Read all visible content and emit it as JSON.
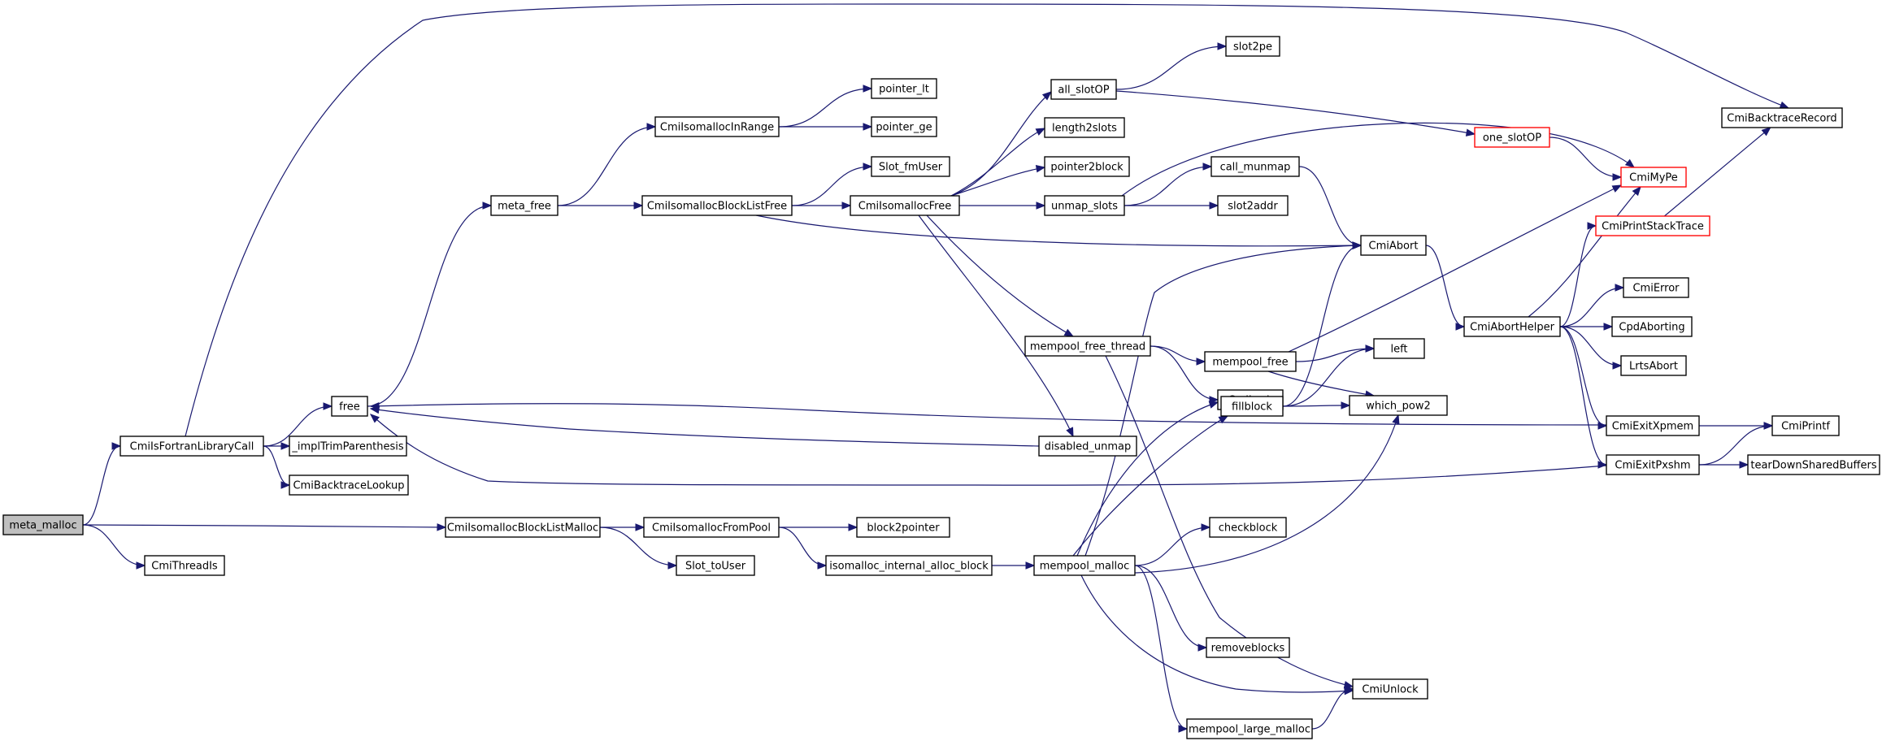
{
  "colors": {
    "edge": "#191970",
    "node_border": "#000000",
    "truncated_border": "#ff0000",
    "root_fill": "#bfbfbf",
    "node_fill": "#ffffff"
  },
  "nodes": [
    {
      "id": "meta_malloc",
      "label": "meta_malloc",
      "root": true
    },
    {
      "id": "CmiIsFortranLibraryCall",
      "label": "CmiIsFortranLibraryCall"
    },
    {
      "id": "CmiThreadIs",
      "label": "CmiThreadIs"
    },
    {
      "id": "CmiIsomallocBlockListMalloc",
      "label": "CmiIsomallocBlockListMalloc"
    },
    {
      "id": "free",
      "label": "free"
    },
    {
      "id": "_implTrimParenthesis",
      "label": "_implTrimParenthesis"
    },
    {
      "id": "CmiBacktraceLookup",
      "label": "CmiBacktraceLookup"
    },
    {
      "id": "CmiBacktraceRecord",
      "label": "CmiBacktraceRecord"
    },
    {
      "id": "meta_free",
      "label": "meta_free"
    },
    {
      "id": "CmiIsomallocInRange",
      "label": "CmiIsomallocInRange"
    },
    {
      "id": "pointer_lt",
      "label": "pointer_lt"
    },
    {
      "id": "pointer_ge",
      "label": "pointer_ge"
    },
    {
      "id": "CmiIsomallocBlockListFree",
      "label": "CmiIsomallocBlockListFree"
    },
    {
      "id": "Slot_fmUser",
      "label": "Slot_fmUser"
    },
    {
      "id": "CmiIsomallocFree",
      "label": "CmiIsomallocFree"
    },
    {
      "id": "all_slotOP",
      "label": "all_slotOP"
    },
    {
      "id": "slot2pe",
      "label": "slot2pe"
    },
    {
      "id": "length2slots",
      "label": "length2slots"
    },
    {
      "id": "pointer2block",
      "label": "pointer2block"
    },
    {
      "id": "unmap_slots",
      "label": "unmap_slots"
    },
    {
      "id": "call_munmap",
      "label": "call_munmap"
    },
    {
      "id": "slot2addr",
      "label": "slot2addr"
    },
    {
      "id": "one_slotOP",
      "label": "one_slotOP",
      "truncated": true
    },
    {
      "id": "CmiMyPe",
      "label": "CmiMyPe",
      "truncated": true
    },
    {
      "id": "CmiAbort",
      "label": "CmiAbort"
    },
    {
      "id": "CmiAbortHelper",
      "label": "CmiAbortHelper"
    },
    {
      "id": "CmiPrintStackTrace",
      "label": "CmiPrintStackTrace",
      "truncated": true
    },
    {
      "id": "CmiError",
      "label": "CmiError"
    },
    {
      "id": "CpdAborting",
      "label": "CpdAborting"
    },
    {
      "id": "LrtsAbort",
      "label": "LrtsAbort"
    },
    {
      "id": "CmiExitXpmem",
      "label": "CmiExitXpmem"
    },
    {
      "id": "CmiPrintf",
      "label": "CmiPrintf"
    },
    {
      "id": "CmiExitPxshm",
      "label": "CmiExitPxshm"
    },
    {
      "id": "tearDownSharedBuffers",
      "label": "tearDownSharedBuffers"
    },
    {
      "id": "mempool_free_thread",
      "label": "mempool_free_thread"
    },
    {
      "id": "mempool_free",
      "label": "mempool_free"
    },
    {
      "id": "CmiLock",
      "label": "CmiLock"
    },
    {
      "id": "left",
      "label": "left"
    },
    {
      "id": "fillblock",
      "label": "fillblock"
    },
    {
      "id": "which_pow2",
      "label": "which_pow2"
    },
    {
      "id": "disabled_unmap",
      "label": "disabled_unmap"
    },
    {
      "id": "CmiIsomallocFromPool",
      "label": "CmiIsomallocFromPool"
    },
    {
      "id": "block2pointer",
      "label": "block2pointer"
    },
    {
      "id": "Slot_toUser",
      "label": "Slot_toUser"
    },
    {
      "id": "isomalloc_internal_alloc_block",
      "label": "isomalloc_internal_alloc_block"
    },
    {
      "id": "mempool_malloc",
      "label": "mempool_malloc"
    },
    {
      "id": "checkblock",
      "label": "checkblock"
    },
    {
      "id": "removeblocks",
      "label": "removeblocks"
    },
    {
      "id": "CmiUnlock",
      "label": "CmiUnlock"
    },
    {
      "id": "mempool_large_malloc",
      "label": "mempool_large_malloc"
    }
  ],
  "edges": [
    {
      "from": "meta_malloc",
      "to": "CmiIsFortranLibraryCall"
    },
    {
      "from": "meta_malloc",
      "to": "CmiThreadIs"
    },
    {
      "from": "meta_malloc",
      "to": "CmiIsomallocBlockListMalloc"
    },
    {
      "from": "CmiIsFortranLibraryCall",
      "to": "free"
    },
    {
      "from": "CmiIsFortranLibraryCall",
      "to": "_implTrimParenthesis"
    },
    {
      "from": "CmiIsFortranLibraryCall",
      "to": "CmiBacktraceLookup"
    },
    {
      "from": "CmiIsFortranLibraryCall",
      "to": "CmiBacktraceRecord"
    },
    {
      "from": "free",
      "to": "meta_free"
    },
    {
      "from": "meta_free",
      "to": "CmiIsomallocInRange"
    },
    {
      "from": "meta_free",
      "to": "CmiIsomallocBlockListFree"
    },
    {
      "from": "CmiIsomallocInRange",
      "to": "pointer_lt"
    },
    {
      "from": "CmiIsomallocInRange",
      "to": "pointer_ge"
    },
    {
      "from": "CmiIsomallocBlockListFree",
      "to": "Slot_fmUser"
    },
    {
      "from": "CmiIsomallocBlockListFree",
      "to": "CmiIsomallocFree"
    },
    {
      "from": "CmiIsomallocBlockListFree",
      "to": "CmiAbort"
    },
    {
      "from": "CmiIsomallocFree",
      "to": "all_slotOP"
    },
    {
      "from": "CmiIsomallocFree",
      "to": "length2slots"
    },
    {
      "from": "CmiIsomallocFree",
      "to": "pointer2block"
    },
    {
      "from": "CmiIsomallocFree",
      "to": "unmap_slots"
    },
    {
      "from": "CmiIsomallocFree",
      "to": "mempool_free_thread"
    },
    {
      "from": "CmiIsomallocFree",
      "to": "disabled_unmap"
    },
    {
      "from": "all_slotOP",
      "to": "slot2pe"
    },
    {
      "from": "all_slotOP",
      "to": "one_slotOP"
    },
    {
      "from": "unmap_slots",
      "to": "call_munmap"
    },
    {
      "from": "unmap_slots",
      "to": "slot2addr"
    },
    {
      "from": "unmap_slots",
      "to": "CmiMyPe"
    },
    {
      "from": "one_slotOP",
      "to": "CmiMyPe"
    },
    {
      "from": "call_munmap",
      "to": "CmiAbort"
    },
    {
      "from": "CmiAbort",
      "to": "CmiAbortHelper"
    },
    {
      "from": "CmiAbortHelper",
      "to": "CmiMyPe"
    },
    {
      "from": "CmiAbortHelper",
      "to": "CmiPrintStackTrace"
    },
    {
      "from": "CmiAbortHelper",
      "to": "CmiError"
    },
    {
      "from": "CmiAbortHelper",
      "to": "CpdAborting"
    },
    {
      "from": "CmiAbortHelper",
      "to": "LrtsAbort"
    },
    {
      "from": "CmiAbortHelper",
      "to": "CmiExitXpmem"
    },
    {
      "from": "CmiAbortHelper",
      "to": "CmiExitPxshm"
    },
    {
      "from": "CmiPrintStackTrace",
      "to": "CmiBacktraceRecord"
    },
    {
      "from": "CmiExitXpmem",
      "to": "free"
    },
    {
      "from": "CmiExitXpmem",
      "to": "CmiPrintf"
    },
    {
      "from": "CmiExitPxshm",
      "to": "free"
    },
    {
      "from": "CmiExitPxshm",
      "to": "CmiPrintf"
    },
    {
      "from": "CmiExitPxshm",
      "to": "tearDownSharedBuffers"
    },
    {
      "from": "mempool_free_thread",
      "to": "mempool_free"
    },
    {
      "from": "mempool_free_thread",
      "to": "CmiLock"
    },
    {
      "from": "mempool_free_thread",
      "to": "CmiUnlock"
    },
    {
      "from": "mempool_free",
      "to": "CmiMyPe"
    },
    {
      "from": "mempool_free",
      "to": "left"
    },
    {
      "from": "mempool_free",
      "to": "which_pow2"
    },
    {
      "from": "fillblock",
      "to": "CmiAbort"
    },
    {
      "from": "fillblock",
      "to": "left"
    },
    {
      "from": "fillblock",
      "to": "which_pow2"
    },
    {
      "from": "disabled_unmap",
      "to": "free"
    },
    {
      "from": "CmiIsomallocBlockListMalloc",
      "to": "CmiIsomallocFromPool"
    },
    {
      "from": "CmiIsomallocBlockListMalloc",
      "to": "Slot_toUser"
    },
    {
      "from": "CmiIsomallocFromPool",
      "to": "block2pointer"
    },
    {
      "from": "CmiIsomallocFromPool",
      "to": "isomalloc_internal_alloc_block"
    },
    {
      "from": "isomalloc_internal_alloc_block",
      "to": "mempool_malloc"
    },
    {
      "from": "mempool_malloc",
      "to": "CmiAbort"
    },
    {
      "from": "mempool_malloc",
      "to": "CmiLock"
    },
    {
      "from": "mempool_malloc",
      "to": "fillblock"
    },
    {
      "from": "mempool_malloc",
      "to": "which_pow2"
    },
    {
      "from": "mempool_malloc",
      "to": "checkblock"
    },
    {
      "from": "mempool_malloc",
      "to": "removeblocks"
    },
    {
      "from": "mempool_malloc",
      "to": "CmiUnlock"
    },
    {
      "from": "mempool_malloc",
      "to": "mempool_large_malloc"
    },
    {
      "from": "mempool_large_malloc",
      "to": "CmiUnlock"
    }
  ]
}
